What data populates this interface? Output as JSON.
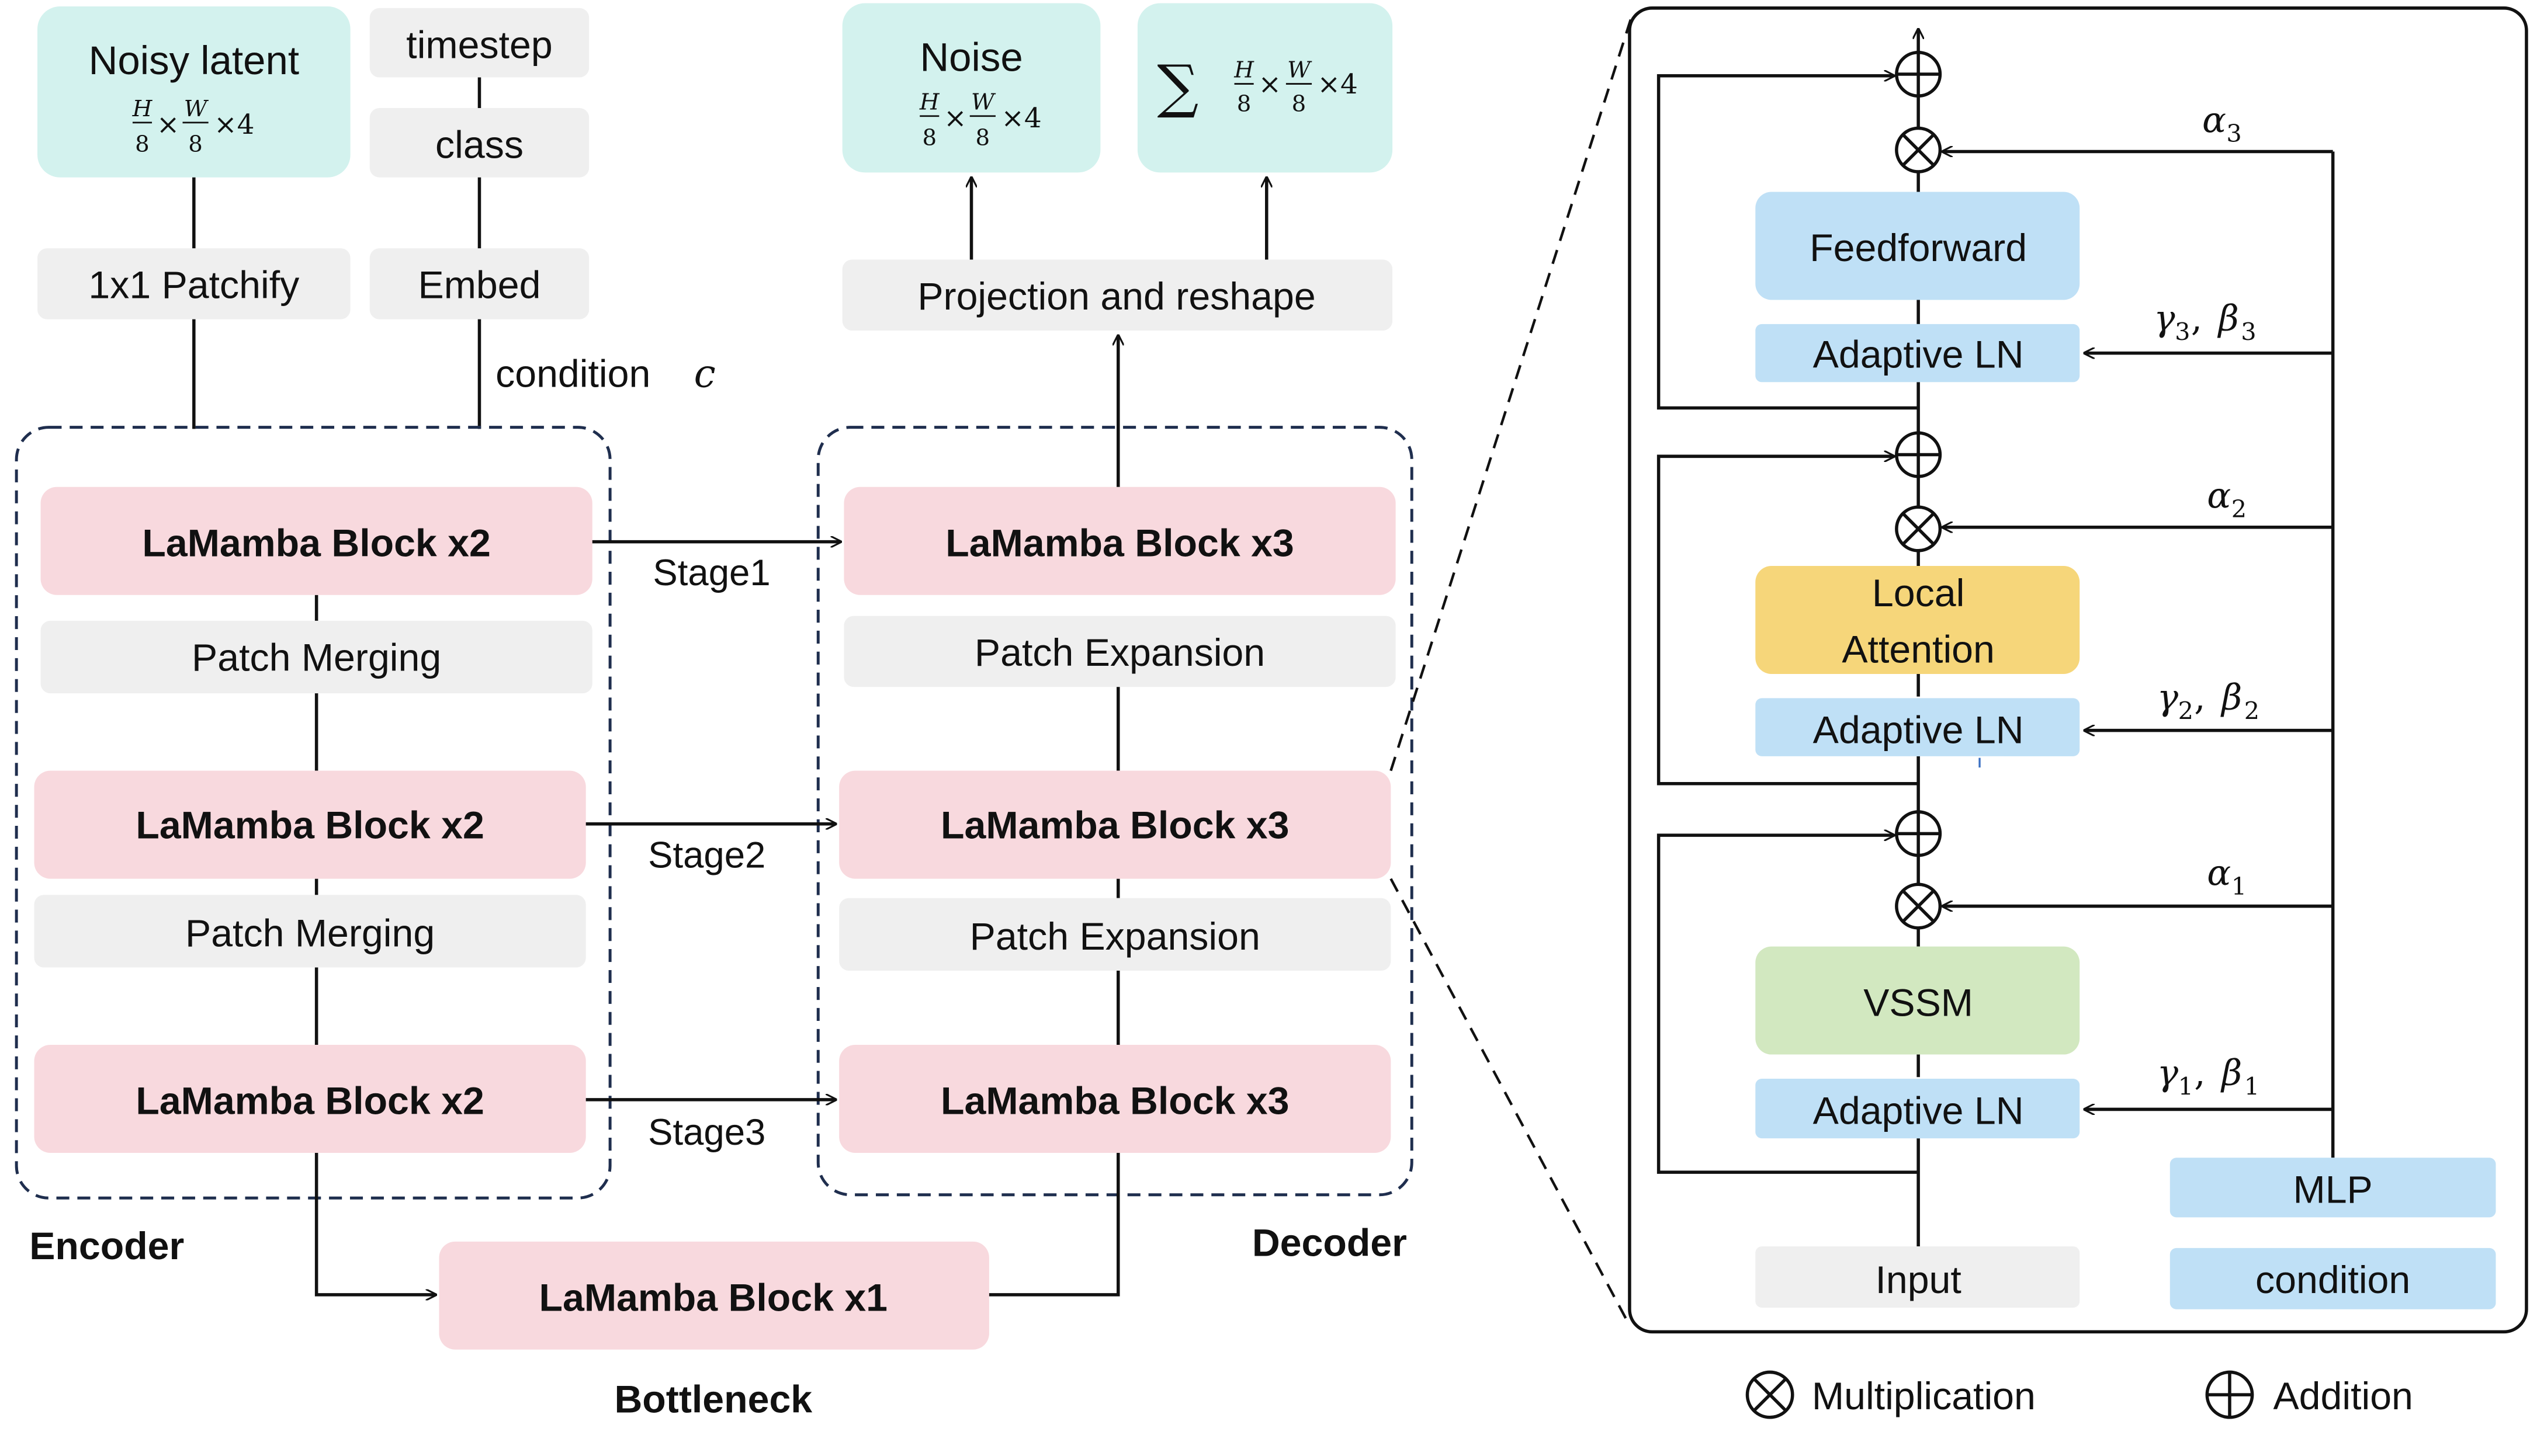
{
  "inputs": {
    "noisy_latent": "Noisy latent",
    "timestep": "timestep",
    "class": "class",
    "patchify": "1x1 Patchify",
    "embed": "Embed",
    "condition_label": "condition",
    "condition_symbol": "c"
  },
  "outputs": {
    "noise": "Noise",
    "sum_symbol": "∑",
    "projection": "Projection and reshape"
  },
  "shape": {
    "h": "H",
    "w": "W",
    "den": "8",
    "times": "×",
    "channels": "×4"
  },
  "encoder": {
    "label": "Encoder",
    "block": "LaMamba Block x2",
    "merging": "Patch Merging"
  },
  "decoder": {
    "label": "Decoder",
    "block": "LaMamba Block x3",
    "expansion": "Patch Expansion"
  },
  "bottleneck": {
    "block": "LaMamba Block x1",
    "label": "Bottleneck"
  },
  "stages": [
    "Stage1",
    "Stage2",
    "Stage3"
  ],
  "detail": {
    "feedforward": "Feedforward",
    "adaptive_ln": "Adaptive LN",
    "local_attention_1": "Local",
    "local_attention_2": "Attention",
    "vssm": "VSSM",
    "input": "Input",
    "mlp": "MLP",
    "condition": "condition",
    "alpha": "α",
    "gamma": "γ",
    "beta": "β"
  },
  "legend": {
    "multiplication": "Multiplication",
    "addition": "Addition"
  },
  "colors": {
    "teal": "#d3f2ee",
    "gray": "#efefef",
    "pink": "#f8d9de",
    "blue": "#bfe0f6",
    "yellow": "#f6d67a",
    "green": "#d2e8c0",
    "dash": "#1f2e4e"
  }
}
